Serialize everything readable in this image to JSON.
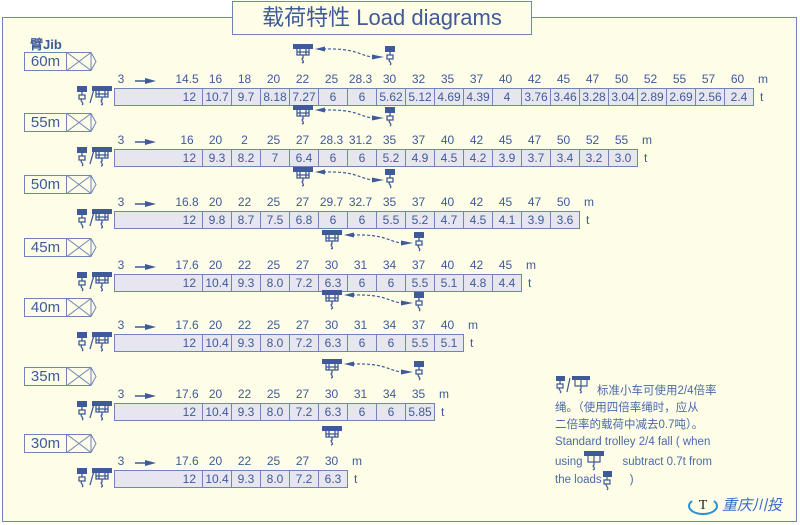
{
  "title": "载荷特性 Load diagrams",
  "jib_label": "臂Jib",
  "units": {
    "distance": "m",
    "load": "t"
  },
  "start_radius": "3",
  "colors": {
    "accent": "#3f5a99",
    "background": "#fefde8",
    "cell_fill": "#e7e6ef",
    "border": "#6f84b8"
  },
  "charts": [
    {
      "jib": "60m",
      "radii": [
        "14.5",
        "16",
        "18",
        "20",
        "22",
        "25",
        "28.3",
        "30",
        "32",
        "35",
        "37",
        "40",
        "42",
        "45",
        "47",
        "50",
        "52",
        "55",
        "57",
        "60"
      ],
      "loads": [
        "12",
        "10.7",
        "9.7",
        "8.18",
        "7.27",
        "6",
        "6",
        "5.62",
        "5.12",
        "4.69",
        "4.39",
        "4",
        "3.76",
        "3.46",
        "3.28",
        "3.04",
        "2.89",
        "2.69",
        "2.56",
        "2.4"
      ],
      "trolley_from": "22",
      "trolley_to": "30"
    },
    {
      "jib": "55m",
      "radii": [
        "16",
        "20",
        "2",
        "25",
        "27",
        "28.3",
        "31.2",
        "35",
        "37",
        "40",
        "42",
        "45",
        "47",
        "50",
        "52",
        "55"
      ],
      "loads": [
        "12",
        "9.3",
        "8.2",
        "7",
        "6.4",
        "6",
        "6",
        "5.2",
        "4.9",
        "4.5",
        "4.2",
        "3.9",
        "3.7",
        "3.4",
        "3.2",
        "3.0"
      ],
      "trolley_from": "27",
      "trolley_to": "35"
    },
    {
      "jib": "50m",
      "radii": [
        "16.8",
        "20",
        "22",
        "25",
        "27",
        "29.7",
        "32.7",
        "35",
        "37",
        "40",
        "42",
        "45",
        "47",
        "50"
      ],
      "loads": [
        "12",
        "9.8",
        "8.7",
        "7.5",
        "6.8",
        "6",
        "6",
        "5.5",
        "5.2",
        "4.7",
        "4.5",
        "4.1",
        "3.9",
        "3.6"
      ],
      "trolley_from": "27",
      "trolley_to": "35"
    },
    {
      "jib": "45m",
      "radii": [
        "17.6",
        "20",
        "22",
        "25",
        "27",
        "30",
        "31",
        "34",
        "37",
        "40",
        "42",
        "45"
      ],
      "loads": [
        "12",
        "10.4",
        "9.3",
        "8.0",
        "7.2",
        "6.3",
        "6",
        "6",
        "5.5",
        "5.1",
        "4.8",
        "4.4"
      ],
      "trolley_from": "30",
      "trolley_to": "37"
    },
    {
      "jib": "40m",
      "radii": [
        "17.6",
        "20",
        "22",
        "25",
        "27",
        "30",
        "31",
        "34",
        "37",
        "40"
      ],
      "loads": [
        "12",
        "10.4",
        "9.3",
        "8.0",
        "7.2",
        "6.3",
        "6",
        "6",
        "5.5",
        "5.1"
      ],
      "trolley_from": "30",
      "trolley_to": "37"
    },
    {
      "jib": "35m",
      "radii": [
        "17.6",
        "20",
        "22",
        "25",
        "27",
        "30",
        "31",
        "34",
        "35"
      ],
      "loads": [
        "12",
        "10.4",
        "9.3",
        "8.0",
        "7.2",
        "6.3",
        "6",
        "6",
        "5.85"
      ],
      "trolley_from": "30",
      "trolley_to": "35"
    },
    {
      "jib": "30m",
      "radii": [
        "17.6",
        "20",
        "22",
        "25",
        "27",
        "30"
      ],
      "loads": [
        "12",
        "10.4",
        "9.3",
        "8.0",
        "7.2",
        "6.3"
      ],
      "trolley_from": "30",
      "trolley_to": null
    }
  ],
  "note": {
    "cn_1": "标准小车可使用2/4倍率",
    "cn_2": "绳。（使用四倍率绳时，应从",
    "cn_3": "二倍率的载荷中减去0.7吨）。",
    "en_1": "Standard trolley 2/4 fall ( when",
    "en_2a": "using",
    "en_2b": "subtract  0.7t  from",
    "en_3a": "the loads",
    "en_3b": ")"
  },
  "logo": {
    "mark": "T",
    "text": "重庆川投"
  }
}
